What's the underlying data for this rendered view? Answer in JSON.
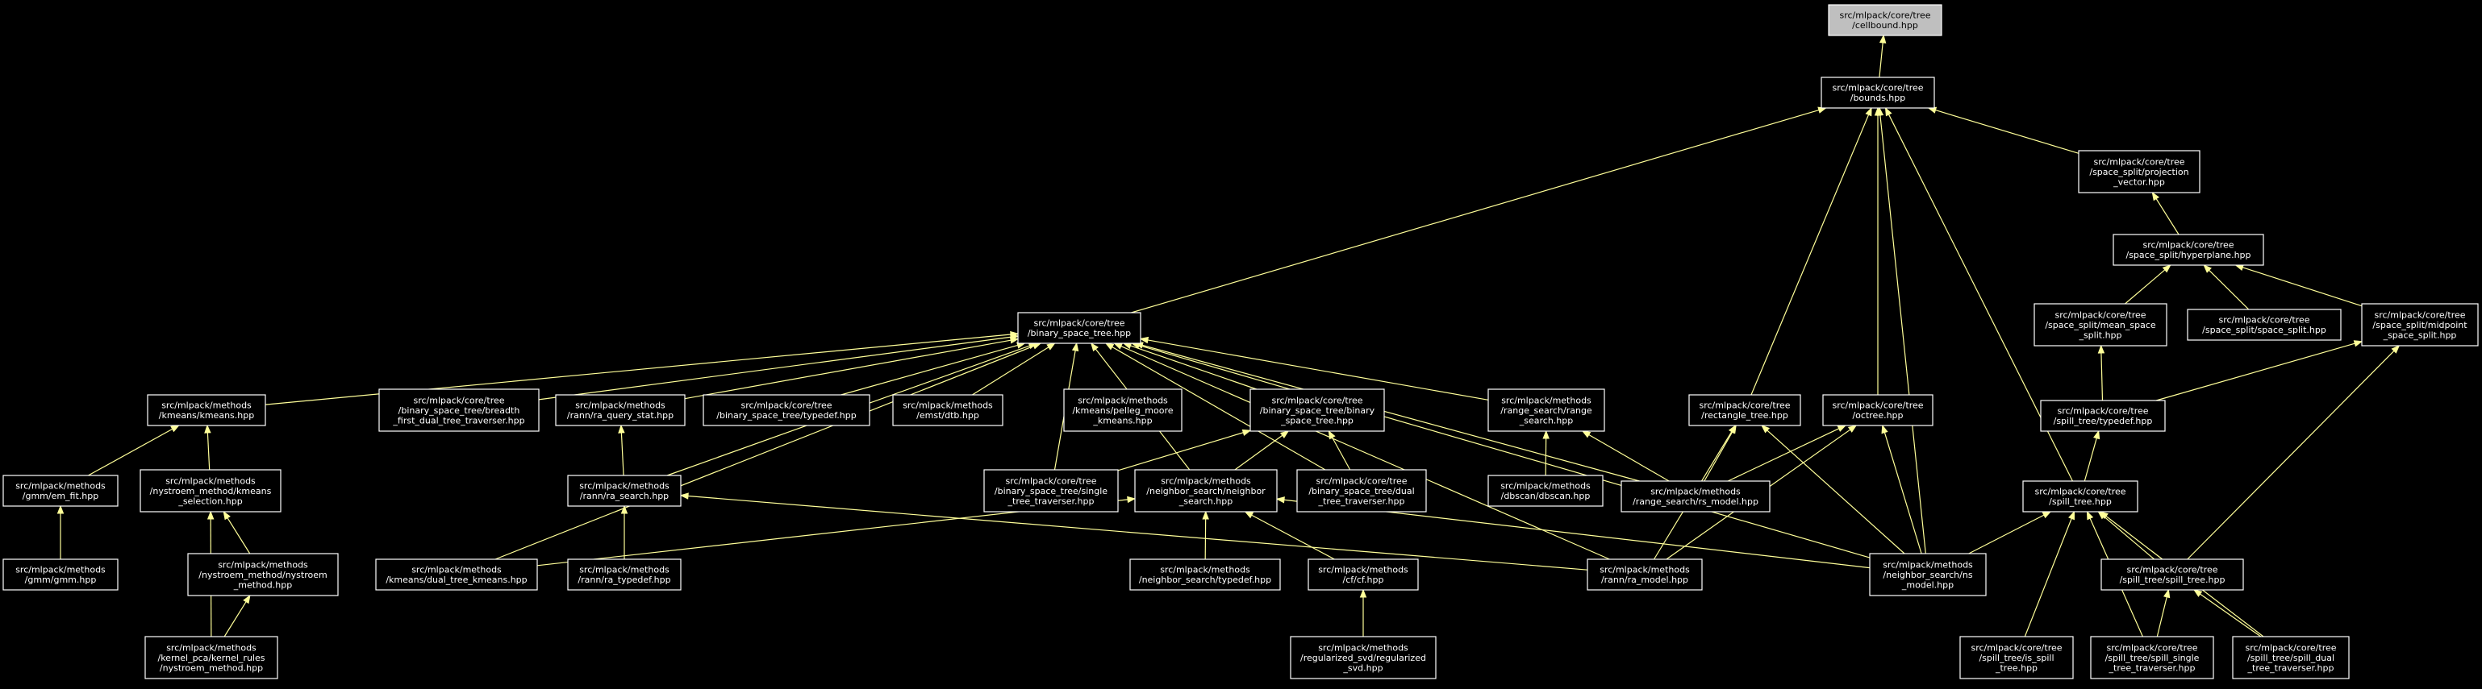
{
  "colors": {
    "background": "#000000",
    "edge": "#ffff99",
    "node_border": "#ffffff",
    "node_text": "#ffffff",
    "highlight_fill": "#bfbfbf",
    "highlight_text": "#000000"
  },
  "nodes": [
    {
      "id": "cellbound",
      "lines": [
        "src/mlpack/core/tree",
        "/cellbound.hpp"
      ],
      "highlight": true
    },
    {
      "id": "bounds",
      "lines": [
        "src/mlpack/core/tree",
        "/bounds.hpp"
      ]
    },
    {
      "id": "projection_vector",
      "lines": [
        "src/mlpack/core/tree",
        "/space_split/projection",
        "_vector.hpp"
      ]
    },
    {
      "id": "hyperplane",
      "lines": [
        "src/mlpack/core/tree",
        "/space_split/hyperplane.hpp"
      ]
    },
    {
      "id": "mean_space_split",
      "lines": [
        "src/mlpack/core/tree",
        "/space_split/mean_space",
        "_split.hpp"
      ]
    },
    {
      "id": "space_split",
      "lines": [
        "src/mlpack/core/tree",
        "/space_split/space_split.hpp"
      ]
    },
    {
      "id": "midpoint_space_split",
      "lines": [
        "src/mlpack/core/tree",
        "/space_split/midpoint",
        "_space_split.hpp"
      ]
    },
    {
      "id": "binary_space_tree",
      "lines": [
        "src/mlpack/core/tree",
        "/binary_space_tree.hpp"
      ]
    },
    {
      "id": "kmeans",
      "lines": [
        "src/mlpack/methods",
        "/kmeans/kmeans.hpp"
      ]
    },
    {
      "id": "breadth_first",
      "lines": [
        "src/mlpack/core/tree",
        "/binary_space_tree/breadth",
        "_first_dual_tree_traverser.hpp"
      ]
    },
    {
      "id": "ra_query_stat",
      "lines": [
        "src/mlpack/methods",
        "/rann/ra_query_stat.hpp"
      ]
    },
    {
      "id": "bst_typedef",
      "lines": [
        "src/mlpack/core/tree",
        "/binary_space_tree/typedef.hpp"
      ]
    },
    {
      "id": "dtb",
      "lines": [
        "src/mlpack/methods",
        "/emst/dtb.hpp"
      ]
    },
    {
      "id": "pelleg_moore",
      "lines": [
        "src/mlpack/methods",
        "/kmeans/pelleg_moore",
        "_kmeans.hpp"
      ]
    },
    {
      "id": "bst_binary",
      "lines": [
        "src/mlpack/core/tree",
        "/binary_space_tree/binary",
        "_space_tree.hpp"
      ]
    },
    {
      "id": "range_search",
      "lines": [
        "src/mlpack/methods",
        "/range_search/range",
        "_search.hpp"
      ]
    },
    {
      "id": "rectangle_tree",
      "lines": [
        "src/mlpack/core/tree",
        "/rectangle_tree.hpp"
      ]
    },
    {
      "id": "octree",
      "lines": [
        "src/mlpack/core/tree",
        "/octree.hpp"
      ]
    },
    {
      "id": "spill_typedef",
      "lines": [
        "src/mlpack/core/tree",
        "/spill_tree/typedef.hpp"
      ]
    },
    {
      "id": "em_fit",
      "lines": [
        "src/mlpack/methods",
        "/gmm/em_fit.hpp"
      ]
    },
    {
      "id": "kmeans_selection",
      "lines": [
        "src/mlpack/methods",
        "/nystroem_method/kmeans",
        "_selection.hpp"
      ]
    },
    {
      "id": "ra_search",
      "lines": [
        "src/mlpack/methods",
        "/rann/ra_search.hpp"
      ]
    },
    {
      "id": "single_tree_traverser",
      "lines": [
        "src/mlpack/core/tree",
        "/binary_space_tree/single",
        "_tree_traverser.hpp"
      ]
    },
    {
      "id": "neighbor_search",
      "lines": [
        "src/mlpack/methods",
        "/neighbor_search/neighbor",
        "_search.hpp"
      ]
    },
    {
      "id": "dual_tree_traverser",
      "lines": [
        "src/mlpack/core/tree",
        "/binary_space_tree/dual",
        "_tree_traverser.hpp"
      ]
    },
    {
      "id": "dbscan",
      "lines": [
        "src/mlpack/methods",
        "/dbscan/dbscan.hpp"
      ]
    },
    {
      "id": "rs_model",
      "lines": [
        "src/mlpack/methods",
        "/range_search/rs_model.hpp"
      ]
    },
    {
      "id": "spill_tree",
      "lines": [
        "src/mlpack/core/tree",
        "/spill_tree.hpp"
      ]
    },
    {
      "id": "gmm",
      "lines": [
        "src/mlpack/methods",
        "/gmm/gmm.hpp"
      ]
    },
    {
      "id": "nystroem_method",
      "lines": [
        "src/mlpack/methods",
        "/nystroem_method/nystroem",
        "_method.hpp"
      ]
    },
    {
      "id": "dual_tree_kmeans",
      "lines": [
        "src/mlpack/methods",
        "/kmeans/dual_tree_kmeans.hpp"
      ]
    },
    {
      "id": "ra_typedef",
      "lines": [
        "src/mlpack/methods",
        "/rann/ra_typedef.hpp"
      ]
    },
    {
      "id": "ns_typedef",
      "lines": [
        "src/mlpack/methods",
        "/neighbor_search/typedef.hpp"
      ]
    },
    {
      "id": "cf",
      "lines": [
        "src/mlpack/methods",
        "/cf/cf.hpp"
      ]
    },
    {
      "id": "ra_model",
      "lines": [
        "src/mlpack/methods",
        "/rann/ra_model.hpp"
      ]
    },
    {
      "id": "ns_model",
      "lines": [
        "src/mlpack/methods",
        "/neighbor_search/ns",
        "_model.hpp"
      ]
    },
    {
      "id": "spill_tree_impl",
      "lines": [
        "src/mlpack/core/tree",
        "/spill_tree/spill_tree.hpp"
      ]
    },
    {
      "id": "kernel_rules",
      "lines": [
        "src/mlpack/methods",
        "/kernel_pca/kernel_rules",
        "/nystroem_method.hpp"
      ]
    },
    {
      "id": "regularized_svd",
      "lines": [
        "src/mlpack/methods",
        "/regularized_svd/regularized",
        "_svd.hpp"
      ]
    },
    {
      "id": "is_spill_tree",
      "lines": [
        "src/mlpack/core/tree",
        "/spill_tree/is_spill",
        "_tree.hpp"
      ]
    },
    {
      "id": "spill_single",
      "lines": [
        "src/mlpack/core/tree",
        "/spill_tree/spill_single",
        "_tree_traverser.hpp"
      ]
    },
    {
      "id": "spill_dual",
      "lines": [
        "src/mlpack/core/tree",
        "/spill_tree/spill_dual",
        "_tree_traverser.hpp"
      ]
    }
  ],
  "edges": [
    [
      "bounds",
      "cellbound"
    ],
    [
      "binary_space_tree",
      "bounds"
    ],
    [
      "projection_vector",
      "bounds"
    ],
    [
      "rectangle_tree",
      "bounds"
    ],
    [
      "octree",
      "bounds"
    ],
    [
      "spill_tree",
      "bounds"
    ],
    [
      "ns_model",
      "bounds"
    ],
    [
      "hyperplane",
      "projection_vector"
    ],
    [
      "mean_space_split",
      "hyperplane"
    ],
    [
      "space_split",
      "hyperplane"
    ],
    [
      "midpoint_space_split",
      "hyperplane"
    ],
    [
      "spill_typedef",
      "mean_space_split"
    ],
    [
      "spill_typedef",
      "midpoint_space_split"
    ],
    [
      "spill_tree_impl",
      "midpoint_space_split"
    ],
    [
      "kmeans",
      "binary_space_tree"
    ],
    [
      "breadth_first",
      "binary_space_tree"
    ],
    [
      "ra_query_stat",
      "binary_space_tree"
    ],
    [
      "bst_typedef",
      "binary_space_tree"
    ],
    [
      "dtb",
      "binary_space_tree"
    ],
    [
      "bst_binary",
      "binary_space_tree"
    ],
    [
      "range_search",
      "binary_space_tree"
    ],
    [
      "ra_search",
      "binary_space_tree"
    ],
    [
      "single_tree_traverser",
      "binary_space_tree"
    ],
    [
      "neighbor_search",
      "binary_space_tree"
    ],
    [
      "dual_tree_traverser",
      "binary_space_tree"
    ],
    [
      "rs_model",
      "binary_space_tree"
    ],
    [
      "dual_tree_kmeans",
      "binary_space_tree"
    ],
    [
      "ra_model",
      "binary_space_tree"
    ],
    [
      "ns_model",
      "binary_space_tree"
    ],
    [
      "em_fit",
      "kmeans"
    ],
    [
      "kmeans_selection",
      "kmeans"
    ],
    [
      "gmm",
      "em_fit"
    ],
    [
      "nystroem_method",
      "kmeans_selection"
    ],
    [
      "kernel_rules",
      "kmeans_selection"
    ],
    [
      "kernel_rules",
      "nystroem_method"
    ],
    [
      "ra_search",
      "ra_query_stat"
    ],
    [
      "ra_typedef",
      "ra_search"
    ],
    [
      "ra_model",
      "ra_search"
    ],
    [
      "single_tree_traverser",
      "bst_binary"
    ],
    [
      "neighbor_search",
      "bst_binary"
    ],
    [
      "dual_tree_traverser",
      "bst_binary"
    ],
    [
      "dbscan",
      "range_search"
    ],
    [
      "rs_model",
      "range_search"
    ],
    [
      "rs_model",
      "rectangle_tree"
    ],
    [
      "rs_model",
      "octree"
    ],
    [
      "ra_model",
      "rectangle_tree"
    ],
    [
      "ra_model",
      "octree"
    ],
    [
      "ns_model",
      "rectangle_tree"
    ],
    [
      "ns_model",
      "octree"
    ],
    [
      "ns_typedef",
      "neighbor_search"
    ],
    [
      "cf",
      "neighbor_search"
    ],
    [
      "ns_model",
      "neighbor_search"
    ],
    [
      "dual_tree_kmeans",
      "neighbor_search"
    ],
    [
      "regularized_svd",
      "cf"
    ],
    [
      "spill_tree",
      "spill_typedef"
    ],
    [
      "ns_model",
      "spill_tree"
    ],
    [
      "spill_tree_impl",
      "spill_tree"
    ],
    [
      "is_spill_tree",
      "spill_tree"
    ],
    [
      "spill_single",
      "spill_tree"
    ],
    [
      "spill_dual",
      "spill_tree"
    ],
    [
      "spill_single",
      "spill_tree_impl"
    ],
    [
      "spill_dual",
      "spill_tree_impl"
    ]
  ]
}
